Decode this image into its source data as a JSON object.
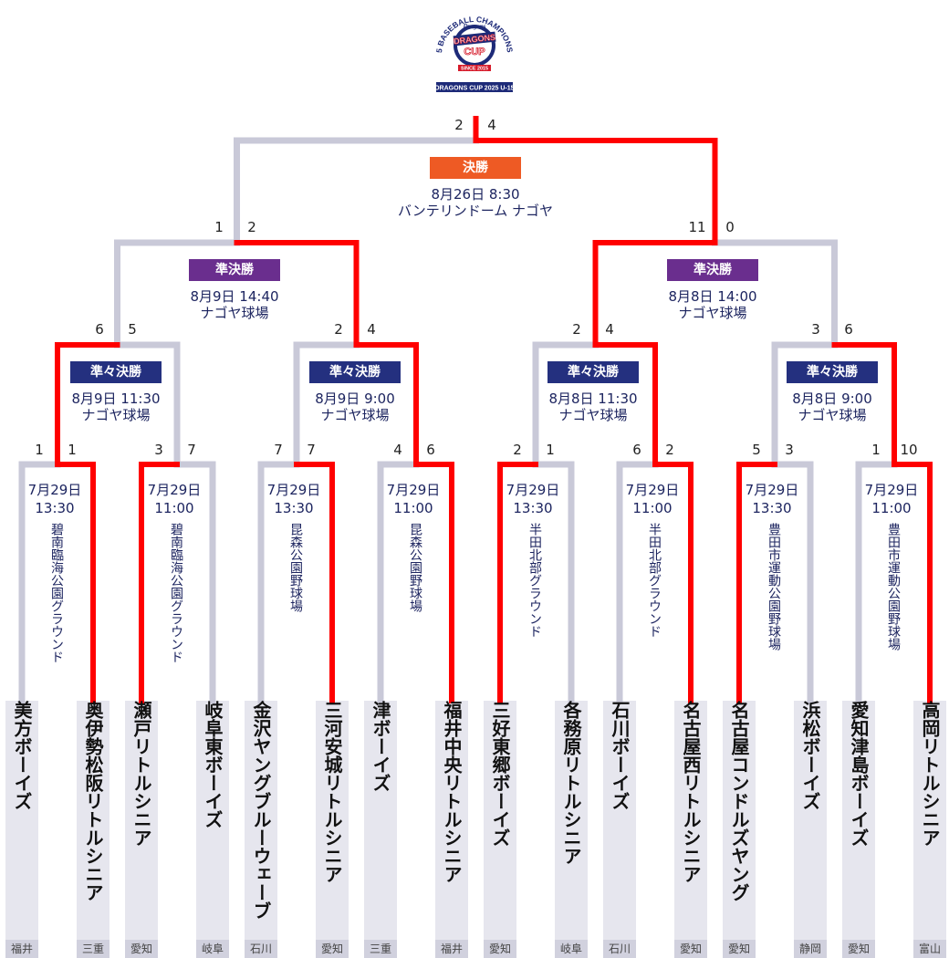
{
  "logo": {
    "arc_text": "U-15 BASEBALL CHAMPIONSHIP",
    "brand": "Dragons",
    "title_line1": "DRAGONS",
    "title_line2": "CUP",
    "since": "SINCE 2015",
    "ribbon": "DRAGONS CUP 2025 U-15"
  },
  "colors": {
    "winner": "#ff0000",
    "loser": "#c9c9d8",
    "final_label": "#ee5a24",
    "semi_label": "#6a2e8e",
    "qf_label": "#24307f",
    "team_bg": "#e6e6ee",
    "pref_bg": "#d1d1de"
  },
  "final": {
    "label": "決勝",
    "date": "8月26日 8:30",
    "venue": "バンテリンドーム ナゴヤ",
    "score_left": "2",
    "score_right": "4"
  },
  "semis": [
    {
      "label": "準決勝",
      "date": "8月9日 14:40",
      "venue": "ナゴヤ球場",
      "score_left": "1",
      "score_right": "2"
    },
    {
      "label": "準決勝",
      "date": "8月8日 14:00",
      "venue": "ナゴヤ球場",
      "score_left": "11",
      "score_right": "0"
    }
  ],
  "quarters": [
    {
      "label": "準々決勝",
      "date": "8月9日 11:30",
      "venue": "ナゴヤ球場",
      "score_left": "6",
      "score_right": "5"
    },
    {
      "label": "準々決勝",
      "date": "8月9日 9:00",
      "venue": "ナゴヤ球場",
      "score_left": "2",
      "score_right": "4"
    },
    {
      "label": "準々決勝",
      "date": "8月8日 11:30",
      "venue": "ナゴヤ球場",
      "score_left": "2",
      "score_right": "4"
    },
    {
      "label": "準々決勝",
      "date": "8月8日 9:00",
      "venue": "ナゴヤ球場",
      "score_left": "3",
      "score_right": "6"
    }
  ],
  "round1": [
    {
      "date": "7月29日",
      "time": "13:30",
      "venue": "碧南臨海公園グラウンド",
      "score_left": "1",
      "score_right": "1"
    },
    {
      "date": "7月29日",
      "time": "11:00",
      "venue": "碧南臨海公園グラウンド",
      "score_left": "3",
      "score_right": "7"
    },
    {
      "date": "7月29日",
      "time": "13:30",
      "venue": "昆森公園野球場",
      "score_left": "7",
      "score_right": "7"
    },
    {
      "date": "7月29日",
      "time": "11:00",
      "venue": "昆森公園野球場",
      "score_left": "4",
      "score_right": "6"
    },
    {
      "date": "7月29日",
      "time": "13:30",
      "venue": "半田北部グラウンド",
      "score_left": "2",
      "score_right": "1"
    },
    {
      "date": "7月29日",
      "time": "11:00",
      "venue": "半田北部グラウンド",
      "score_left": "6",
      "score_right": "2"
    },
    {
      "date": "7月29日",
      "time": "13:30",
      "venue": "豊田市運動公園野球場",
      "score_left": "5",
      "score_right": "3"
    },
    {
      "date": "7月29日",
      "time": "11:00",
      "venue": "豊田市運動公園野球場",
      "score_left": "1",
      "score_right": "10"
    }
  ],
  "teams": [
    {
      "name": "美方ボーイズ",
      "pref": "福井"
    },
    {
      "name": "奥伊勢松阪リトルシニア",
      "pref": "三重"
    },
    {
      "name": "瀬戸リトルシニア",
      "pref": "愛知"
    },
    {
      "name": "岐阜東ボーイズ",
      "pref": "岐阜"
    },
    {
      "name": "金沢ヤングブルーウェーブ",
      "pref": "石川"
    },
    {
      "name": "三河安城リトルシニア",
      "pref": "愛知"
    },
    {
      "name": "津ボーイズ",
      "pref": "三重"
    },
    {
      "name": "福井中央リトルシニア",
      "pref": "福井"
    },
    {
      "name": "三好東郷ボーイズ",
      "pref": "愛知"
    },
    {
      "name": "各務原リトルシニア",
      "pref": "岐阜"
    },
    {
      "name": "石川ボーイズ",
      "pref": "石川"
    },
    {
      "name": "名古屋西リトルシニア",
      "pref": "愛知"
    },
    {
      "name": "名古屋コンドルズヤング",
      "pref": "愛知"
    },
    {
      "name": "浜松ボーイズ",
      "pref": "静岡"
    },
    {
      "name": "愛知津島ボーイズ",
      "pref": "愛知"
    },
    {
      "name": "高岡リトルシニア",
      "pref": "富山"
    }
  ],
  "winners": {
    "round1": [
      1,
      0,
      1,
      1,
      0,
      1,
      0,
      1
    ],
    "quarters": [
      0,
      1,
      1,
      1
    ],
    "semis": [
      1,
      0
    ],
    "final": 1
  }
}
